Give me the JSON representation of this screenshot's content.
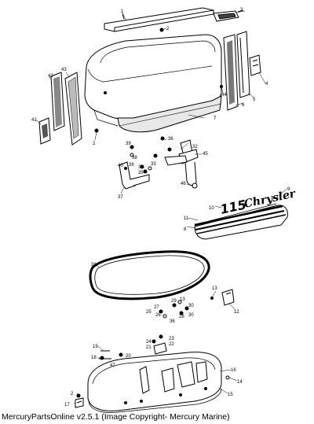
{
  "caption": "MercuryPartsOnline v2.5.1 (Image Copyright- Mercury Marine)",
  "decal": {
    "model": "115",
    "brand": "Chrysler"
  },
  "callouts": {
    "c1": "1",
    "c2a": "2",
    "c2b": "2",
    "c3": "3",
    "c4": "4",
    "c5": "5",
    "c6": "6",
    "c7": "7",
    "c8": "8",
    "c9": "9",
    "c10": "10",
    "c11": "11",
    "c12": "12",
    "c13a": "13",
    "c13b": "13",
    "c14": "14",
    "c15": "15",
    "c16": "16",
    "c17": "17",
    "c18": "18",
    "c19": "19",
    "c20": "20",
    "c21": "21",
    "c22": "22",
    "c23": "23",
    "c24": "24",
    "c25": "25",
    "c26": "26",
    "c27": "27",
    "c28": "28",
    "c29": "29",
    "c30a": "30",
    "c30b": "30",
    "c31": "31",
    "c32": "32",
    "c33": "33",
    "c34": "34",
    "c35": "35",
    "c36a": "36",
    "c36b": "36",
    "c36c": "36",
    "c37": "37",
    "c38": "38",
    "c39": "39",
    "c40": "40",
    "c41": "41",
    "c42": "42",
    "c43": "43",
    "c44": "44",
    "c45": "45",
    "c46": "46",
    "c47": "47"
  }
}
